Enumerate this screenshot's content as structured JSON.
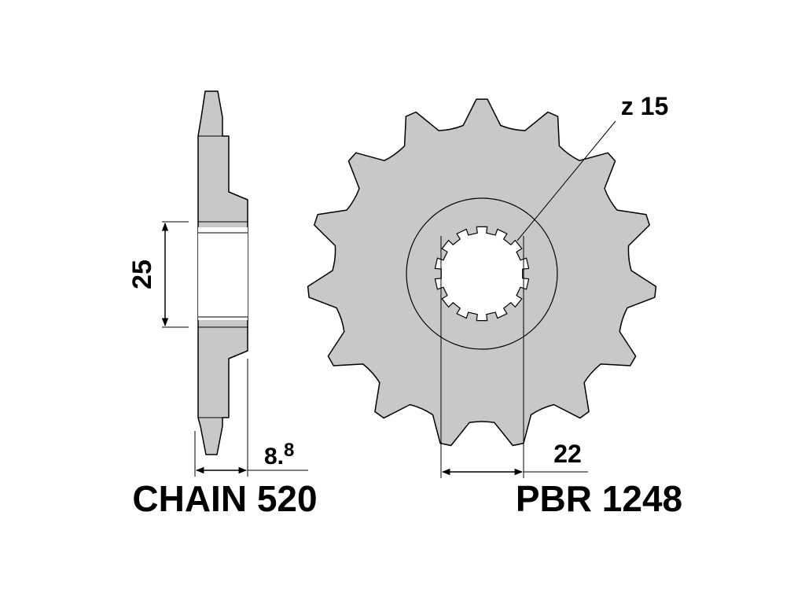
{
  "labels": {
    "chain": "CHAIN 520",
    "part_number": "PBR 1248",
    "teeth_count": "z 15",
    "hub_height": "25",
    "thickness_main": "8.",
    "thickness_sup": "8",
    "spline_width": "22"
  },
  "sprocket": {
    "teeth": 15,
    "spline_teeth": 14
  },
  "colors": {
    "fill": "#c8c8c8",
    "stroke": "#000000",
    "background": "#ffffff"
  }
}
